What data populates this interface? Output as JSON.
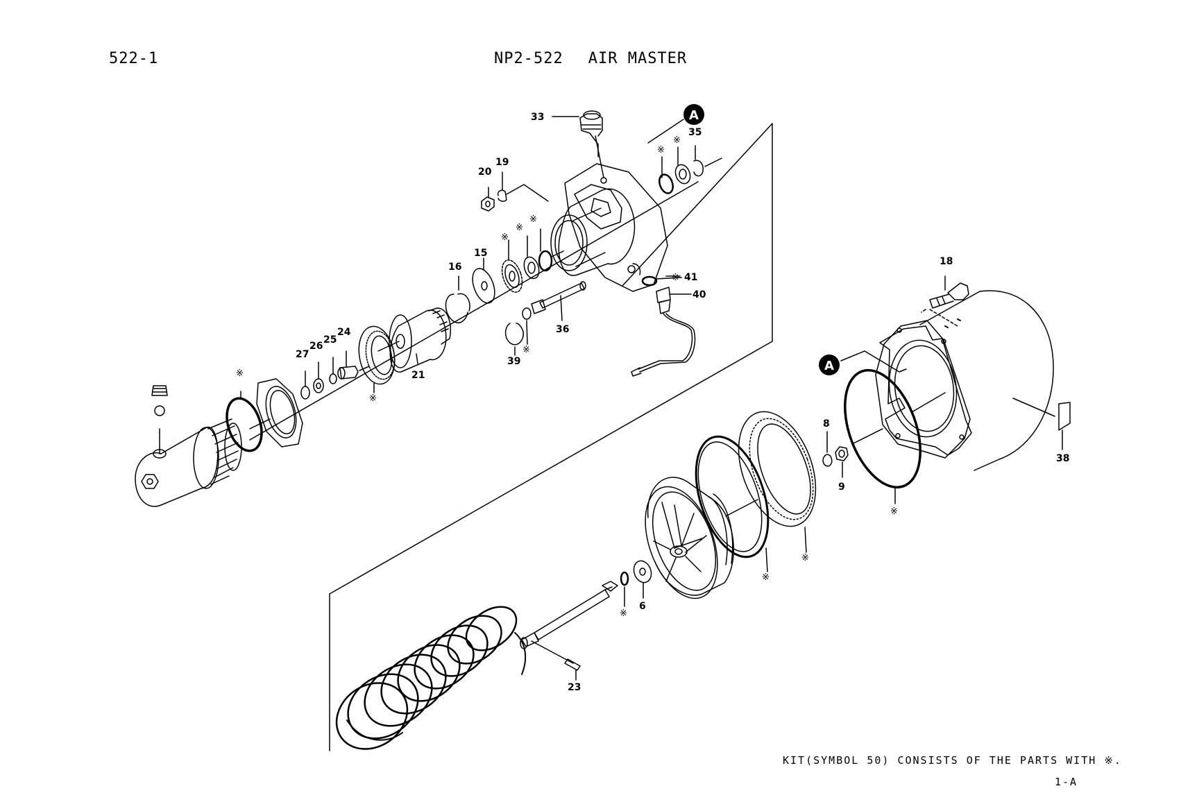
{
  "header": {
    "page_code": "522-1",
    "part_number": "NP2-522",
    "title": "AIR MASTER"
  },
  "footer": {
    "kit_note": "KIT(SYMBOL 50) CONSISTS OF THE PARTS WITH ※.",
    "sheet": "1-A"
  },
  "ref_marker": "A",
  "kit_symbol": "※",
  "callouts": {
    "p6": "6",
    "p8": "8",
    "p9": "9",
    "p15": "15",
    "p16": "16",
    "p18": "18",
    "p19": "19",
    "p20": "20",
    "p21": "21",
    "p23": "23",
    "p24": "24",
    "p25": "25",
    "p26": "26",
    "p27": "27",
    "p33": "33",
    "p35": "35",
    "p36": "36",
    "p38": "38",
    "p39": "39",
    "p40": "40",
    "p41": "41"
  }
}
